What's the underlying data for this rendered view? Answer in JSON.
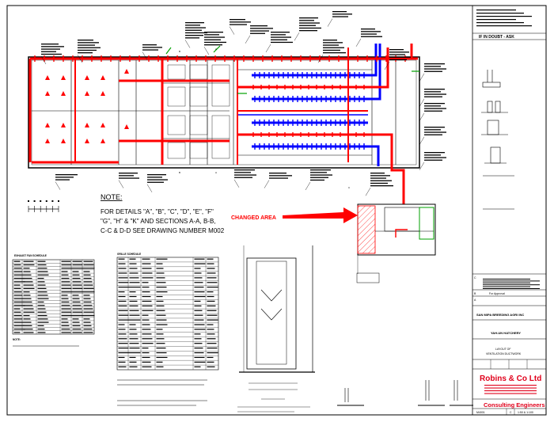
{
  "note": {
    "heading": "NOTE:",
    "line1": "FOR DETAILS \"A\", \"B\", \"C\", \"D\", \"E\", \"F\"",
    "line2": "\"G\", \"H\" & \"K\" AND SECTIONS A-A, B-B,",
    "line3": "C-C & D-D SEE DRAWING NUMBER M002"
  },
  "changed_area": {
    "label": "CHANGED AREA",
    "color": "#ff0000"
  },
  "title_block": {
    "top_note": "IF IN DOUBT - ASK",
    "revision_c": "C",
    "revision_b": "B",
    "revision_b_desc": "For Approval",
    "revision_a": "A",
    "client": "SAN MIPA BREEDING AGRI INC",
    "project": "YAH-UN HATCHERY",
    "title_line1": "LAYOUT OF",
    "title_line2": "VENTILATION DUCTWORK",
    "company": "Robins & Co Ltd",
    "subtitle": "Consulting Engineers",
    "drawing_no": "M4001",
    "rev": "C",
    "scale": "1:50 & 1:100",
    "brand_color": "#e0001b"
  },
  "tables": {
    "left_title": "EXHAUST FAN SCHEDULE",
    "right_title": "GRILLE SCHEDULE",
    "left_notes_heading": "NOTE:"
  },
  "colors": {
    "supply": "#ff0000",
    "exhaust": "#0000ff",
    "outline": "#000000",
    "accent": "#00a000"
  }
}
